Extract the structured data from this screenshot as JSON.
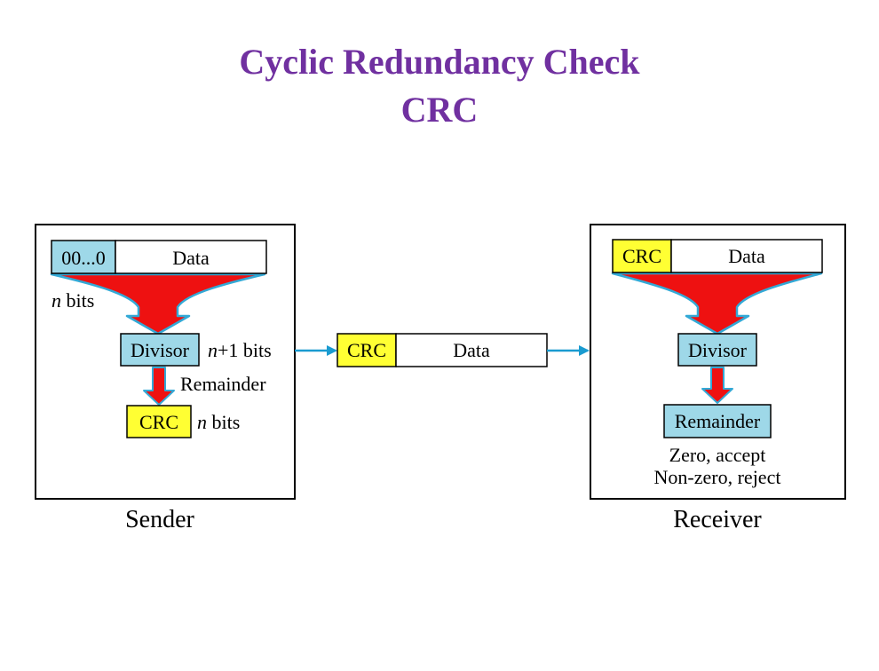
{
  "title": {
    "line1": "Cyclic Redundancy Check",
    "line2": "CRC"
  },
  "sender": {
    "label": "Sender",
    "padding_field": "00...0",
    "data_field": "Data",
    "n_bits_italic": "n",
    "n_bits_suffix": " bits",
    "divisor": "Divisor",
    "n_plus_one_italic": "n",
    "n_plus_one_suffix": "+1 bits",
    "remainder": "Remainder",
    "crc": "CRC",
    "crc_bits_italic": "n",
    "crc_bits_suffix": " bits"
  },
  "channel": {
    "crc_field": "CRC",
    "data_field": "Data"
  },
  "receiver": {
    "label": "Receiver",
    "crc_field": "CRC",
    "data_field": "Data",
    "divisor": "Divisor",
    "remainder": "Remainder",
    "result_accept": "Zero, accept",
    "result_reject": "Non-zero, reject"
  },
  "colors": {
    "title": "#7030a0",
    "light_blue": "#9ed8e8",
    "yellow": "#ffff33",
    "arrow_red": "#ee1111",
    "arrow_outline": "#33a9d6",
    "connector": "#1a9bd0"
  }
}
